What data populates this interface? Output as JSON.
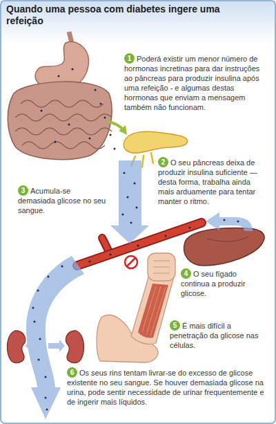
{
  "diagram": {
    "title": "Quando uma pessoa com diabetes ingere uma refeição",
    "nodes": [
      {
        "text": [
          "1",
          "Poderá existir um menor número de hormonas incretinas para dar instruções ao pâncreas para produzir insulina após uma refeição - e algumas destas hormonas que enviam a mensagem também não funcionam."
        ]
      },
      {
        "text": [
          "2",
          "O seu pâncreas deixa de produzir insulina suficiente —desta forma, trabalha ainda mais arduamente para tentar manter o ritmo."
        ]
      },
      {
        "text": [
          "3",
          "Acumula-se demasiada glicose no seu sangue."
        ]
      },
      {
        "text": [
          "4",
          "O seu fígado continua a produzir glicose."
        ]
      },
      {
        "text": [
          "5",
          "É mais difícil a penetração da glicose nas células."
        ]
      },
      {
        "text": [
          "6",
          "Os seus rins tentam livrar-se do excesso de glicose existente no seu sangue. Se houver demasiada glicose na urina, pode sentir necessidade de urinar frequentemente e de ingerir mais líquidos."
        ]
      }
    ]
  }
}
